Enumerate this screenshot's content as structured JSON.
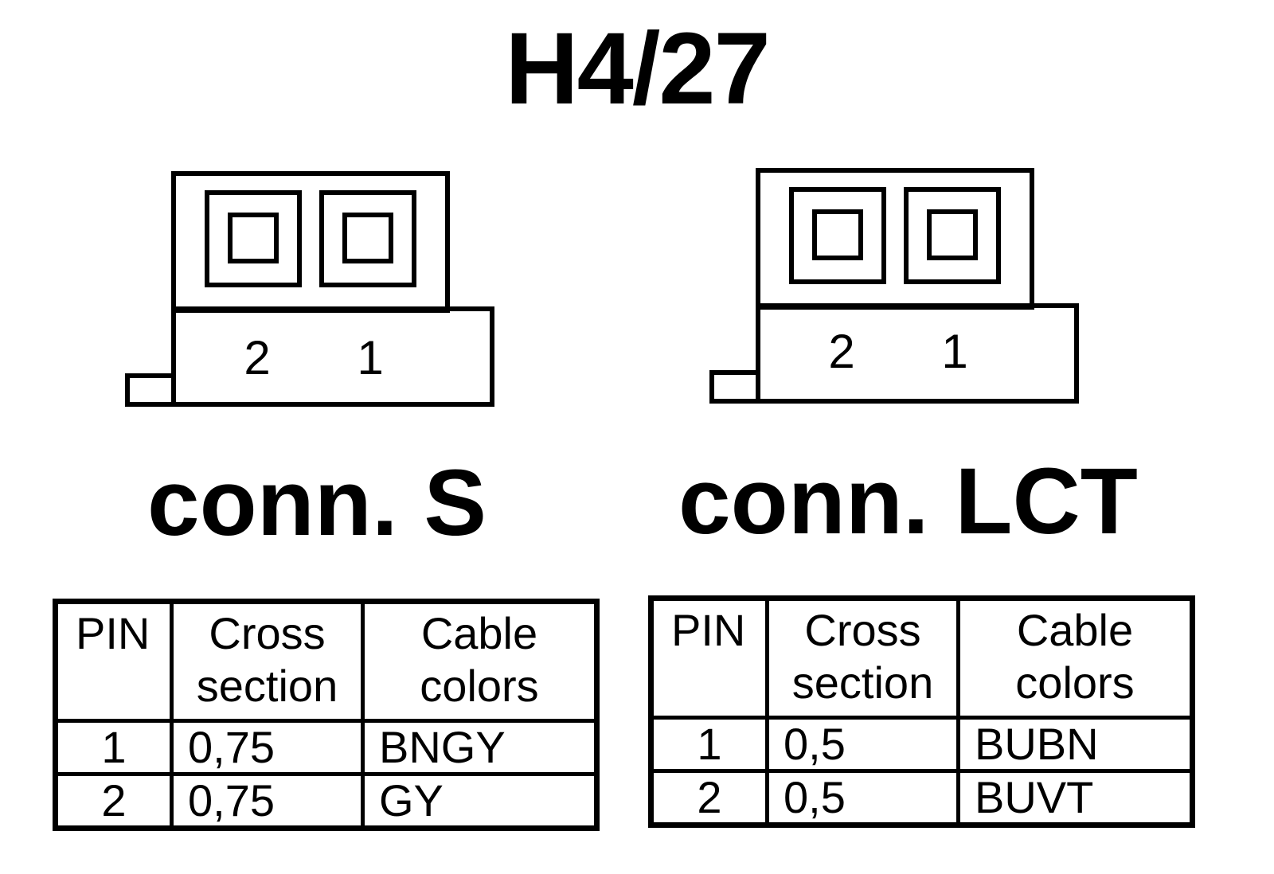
{
  "title": "H4/27",
  "connectors": [
    {
      "label": "conn. S",
      "pins": [
        "2",
        "1"
      ],
      "table": {
        "headers": {
          "pin": "PIN",
          "cross_line1": "Cross",
          "cross_line2": "section",
          "color_line1": "Cable",
          "color_line2": "colors"
        },
        "rows": [
          {
            "pin": "1",
            "cross_section": "0,75",
            "color": "BNGY"
          },
          {
            "pin": "2",
            "cross_section": "0,75",
            "color": "GY"
          }
        ]
      }
    },
    {
      "label": "conn. LCT",
      "pins": [
        "2",
        "1"
      ],
      "table": {
        "headers": {
          "pin": "PIN",
          "cross_line1": "Cross",
          "cross_line2": "section",
          "color_line1": "Cable",
          "color_line2": "colors"
        },
        "rows": [
          {
            "pin": "1",
            "cross_section": "0,5",
            "color": "BUBN"
          },
          {
            "pin": "2",
            "cross_section": "0,5",
            "color": "BUVT"
          }
        ]
      }
    }
  ]
}
